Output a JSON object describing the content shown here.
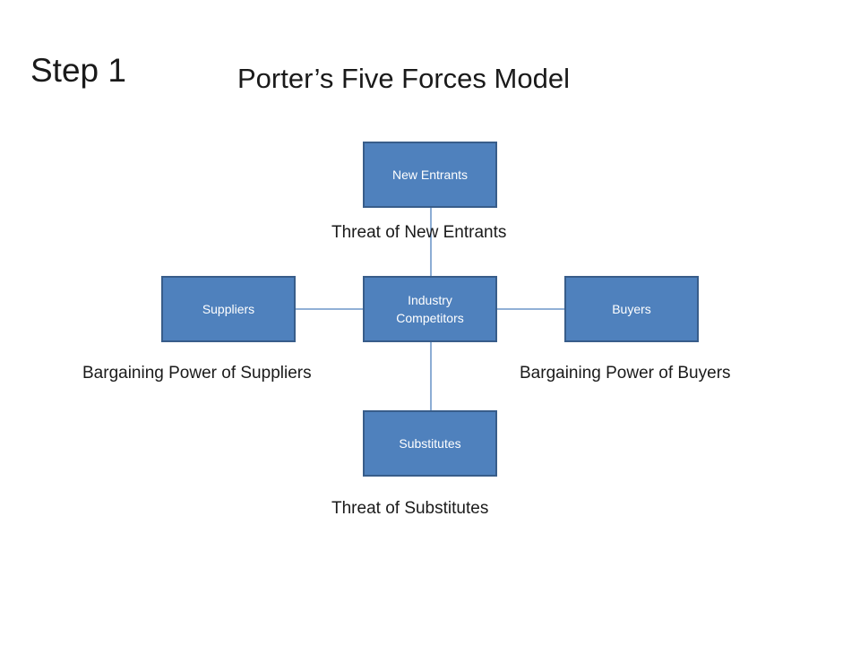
{
  "slide": {
    "step": "Step 1",
    "title": "Porter’s Five Forces Model"
  },
  "boxes": {
    "new_entrants": "New Entrants",
    "suppliers": "Suppliers",
    "industry_competitors": "Industry Competitors",
    "buyers": "Buyers",
    "substitutes": "Substitutes"
  },
  "labels": {
    "threat_new_entrants": "Threat of New Entrants",
    "bargaining_suppliers": "Bargaining Power of Suppliers",
    "bargaining_buyers": "Bargaining Power of Buyers",
    "threat_substitutes": "Threat of Substitutes"
  },
  "colors": {
    "box_fill": "#4f81bd",
    "box_border": "#385d8a",
    "connector": "#4f81bd"
  }
}
